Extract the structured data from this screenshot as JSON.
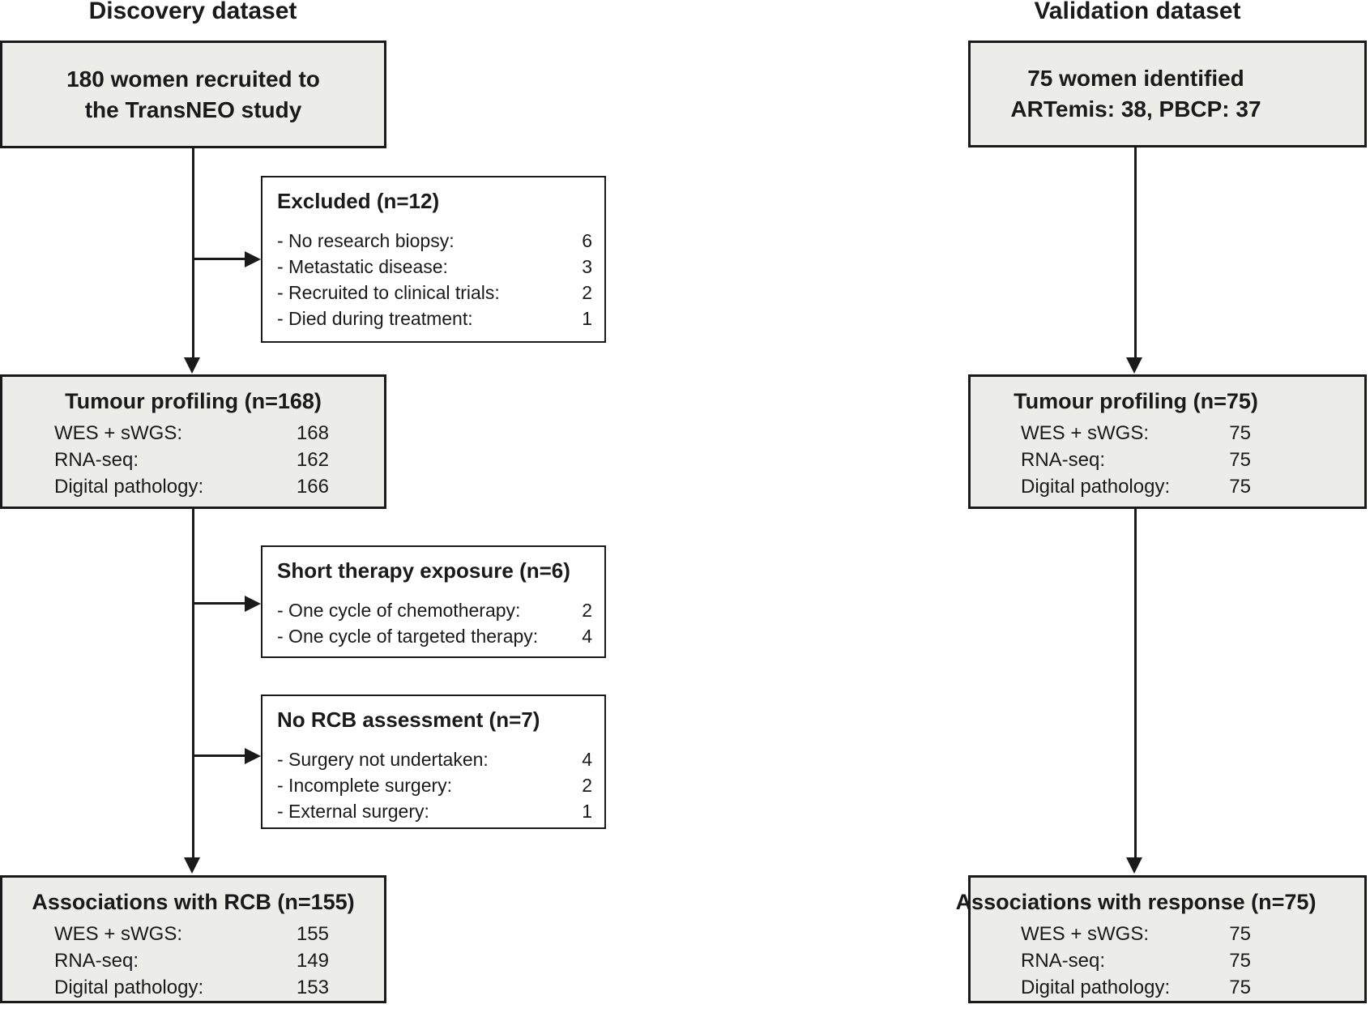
{
  "discovery": {
    "heading": "Discovery dataset",
    "box1": {
      "line1": "180 women recruited to",
      "line2": "the TransNEO study"
    },
    "excluded": {
      "title": "Excluded (n=12)",
      "items": [
        {
          "label": "- No research biopsy:",
          "value": "6"
        },
        {
          "label": "- Metastatic disease:",
          "value": "3"
        },
        {
          "label": "- Recruited to clinical trials:",
          "value": "2"
        },
        {
          "label": "- Died during treatment:",
          "value": "1"
        }
      ]
    },
    "profiling": {
      "title": "Tumour profiling (n=168)",
      "items": [
        {
          "label": "WES + sWGS:",
          "value": "168"
        },
        {
          "label": "RNA-seq:",
          "value": "162"
        },
        {
          "label": "Digital pathology:",
          "value": "166"
        }
      ]
    },
    "short_therapy": {
      "title": "Short therapy exposure (n=6)",
      "items": [
        {
          "label": "- One cycle of chemotherapy:",
          "value": "2"
        },
        {
          "label": "- One cycle of targeted therapy:",
          "value": "4"
        }
      ]
    },
    "no_rcb": {
      "title": "No RCB assessment (n=7)",
      "items": [
        {
          "label": "- Surgery not undertaken:",
          "value": "4"
        },
        {
          "label": "- Incomplete surgery:",
          "value": "2"
        },
        {
          "label": "- External surgery:",
          "value": "1"
        }
      ]
    },
    "associations": {
      "title": "Associations with RCB (n=155)",
      "items": [
        {
          "label": "WES + sWGS:",
          "value": "155"
        },
        {
          "label": "RNA-seq:",
          "value": "149"
        },
        {
          "label": "Digital pathology:",
          "value": "153"
        }
      ]
    }
  },
  "validation": {
    "heading": "Validation dataset",
    "box1": {
      "line1": "75 women identified",
      "line2": "ARTemis: 38, PBCP: 37"
    },
    "profiling": {
      "title": "Tumour profiling (n=75)",
      "items": [
        {
          "label": "WES + sWGS:",
          "value": "75"
        },
        {
          "label": "RNA-seq:",
          "value": "75"
        },
        {
          "label": "Digital pathology:",
          "value": "75"
        }
      ]
    },
    "associations": {
      "title": "Associations with response (n=75)",
      "items": [
        {
          "label": "WES + sWGS:",
          "value": "75"
        },
        {
          "label": "RNA-seq:",
          "value": "75"
        },
        {
          "label": "Digital pathology:",
          "value": "75"
        }
      ]
    }
  },
  "colors": {
    "box_fill": "#ECEDE8",
    "white_fill": "#FFFFFF",
    "box_border": "#1A1A1A",
    "text": "#1A1A1A"
  }
}
